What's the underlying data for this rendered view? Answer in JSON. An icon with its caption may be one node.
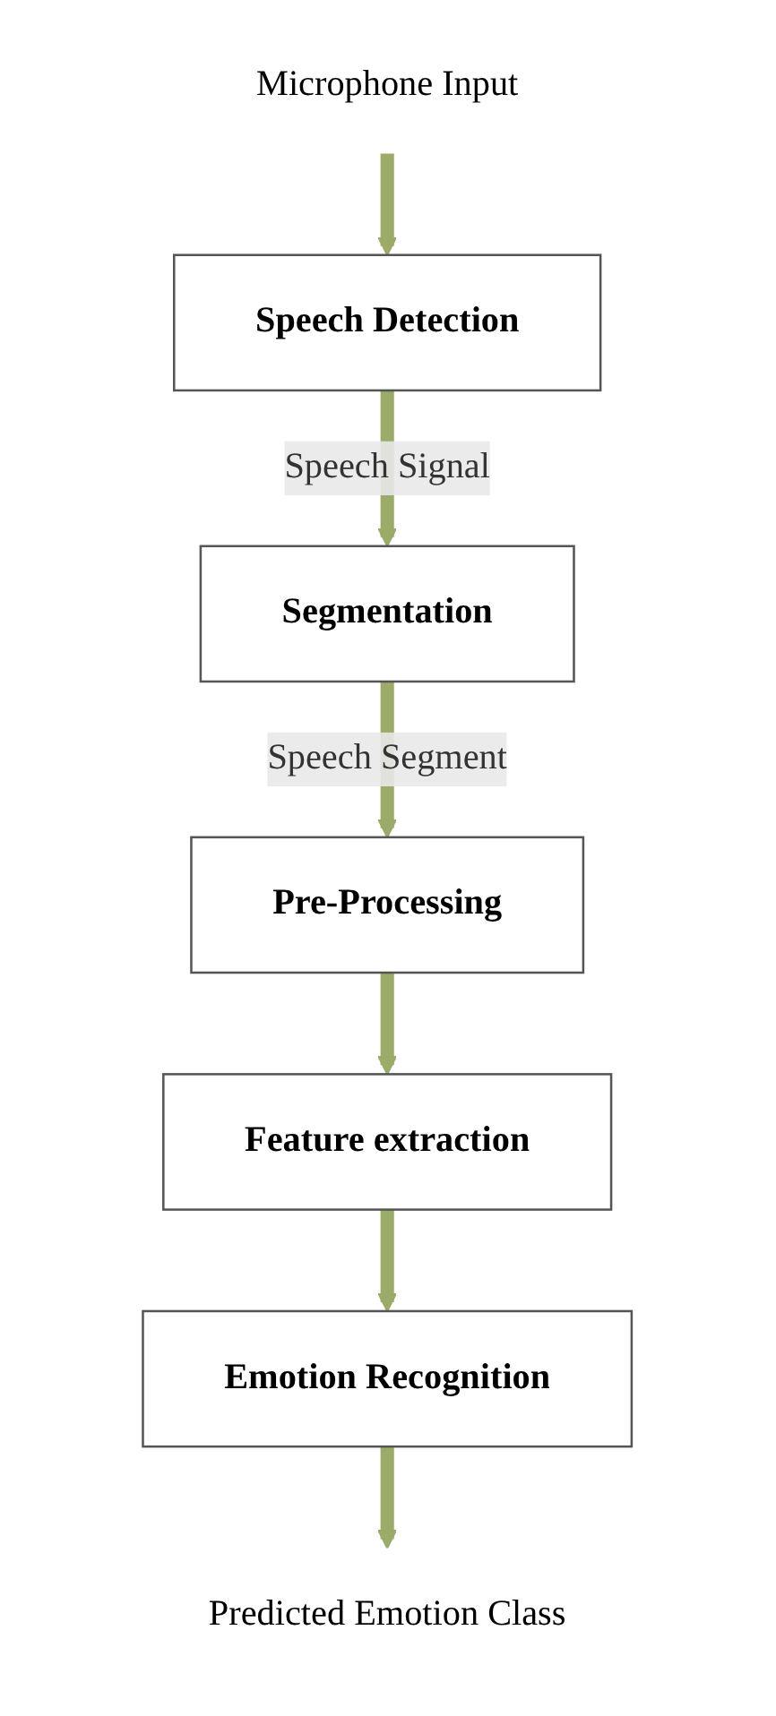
{
  "diagram": {
    "nodes": [
      {
        "text": [
          "Microphone Input"
        ]
      },
      {
        "text": [
          "Speech Detection"
        ]
      },
      {
        "text": [
          "Segmentation"
        ]
      },
      {
        "text": [
          "Pre-Processing"
        ]
      },
      {
        "text": [
          "Feature extraction"
        ]
      },
      {
        "text": [
          "Emotion Recognition"
        ]
      },
      {
        "text": [
          "Predicted Emotion Class"
        ]
      }
    ],
    "edges": [
      {
        "from": 0,
        "to": 1,
        "arrow": "to"
      },
      {
        "from": 1,
        "to": 2,
        "arrow": "to",
        "label": "Speech Signal"
      },
      {
        "from": 2,
        "to": 3,
        "arrow": "to",
        "label": "Speech Segment"
      },
      {
        "from": 3,
        "to": 4,
        "arrow": "to"
      },
      {
        "from": 4,
        "to": 5,
        "arrow": "to"
      },
      {
        "from": 5,
        "to": 6,
        "arrow": "to"
      }
    ]
  }
}
